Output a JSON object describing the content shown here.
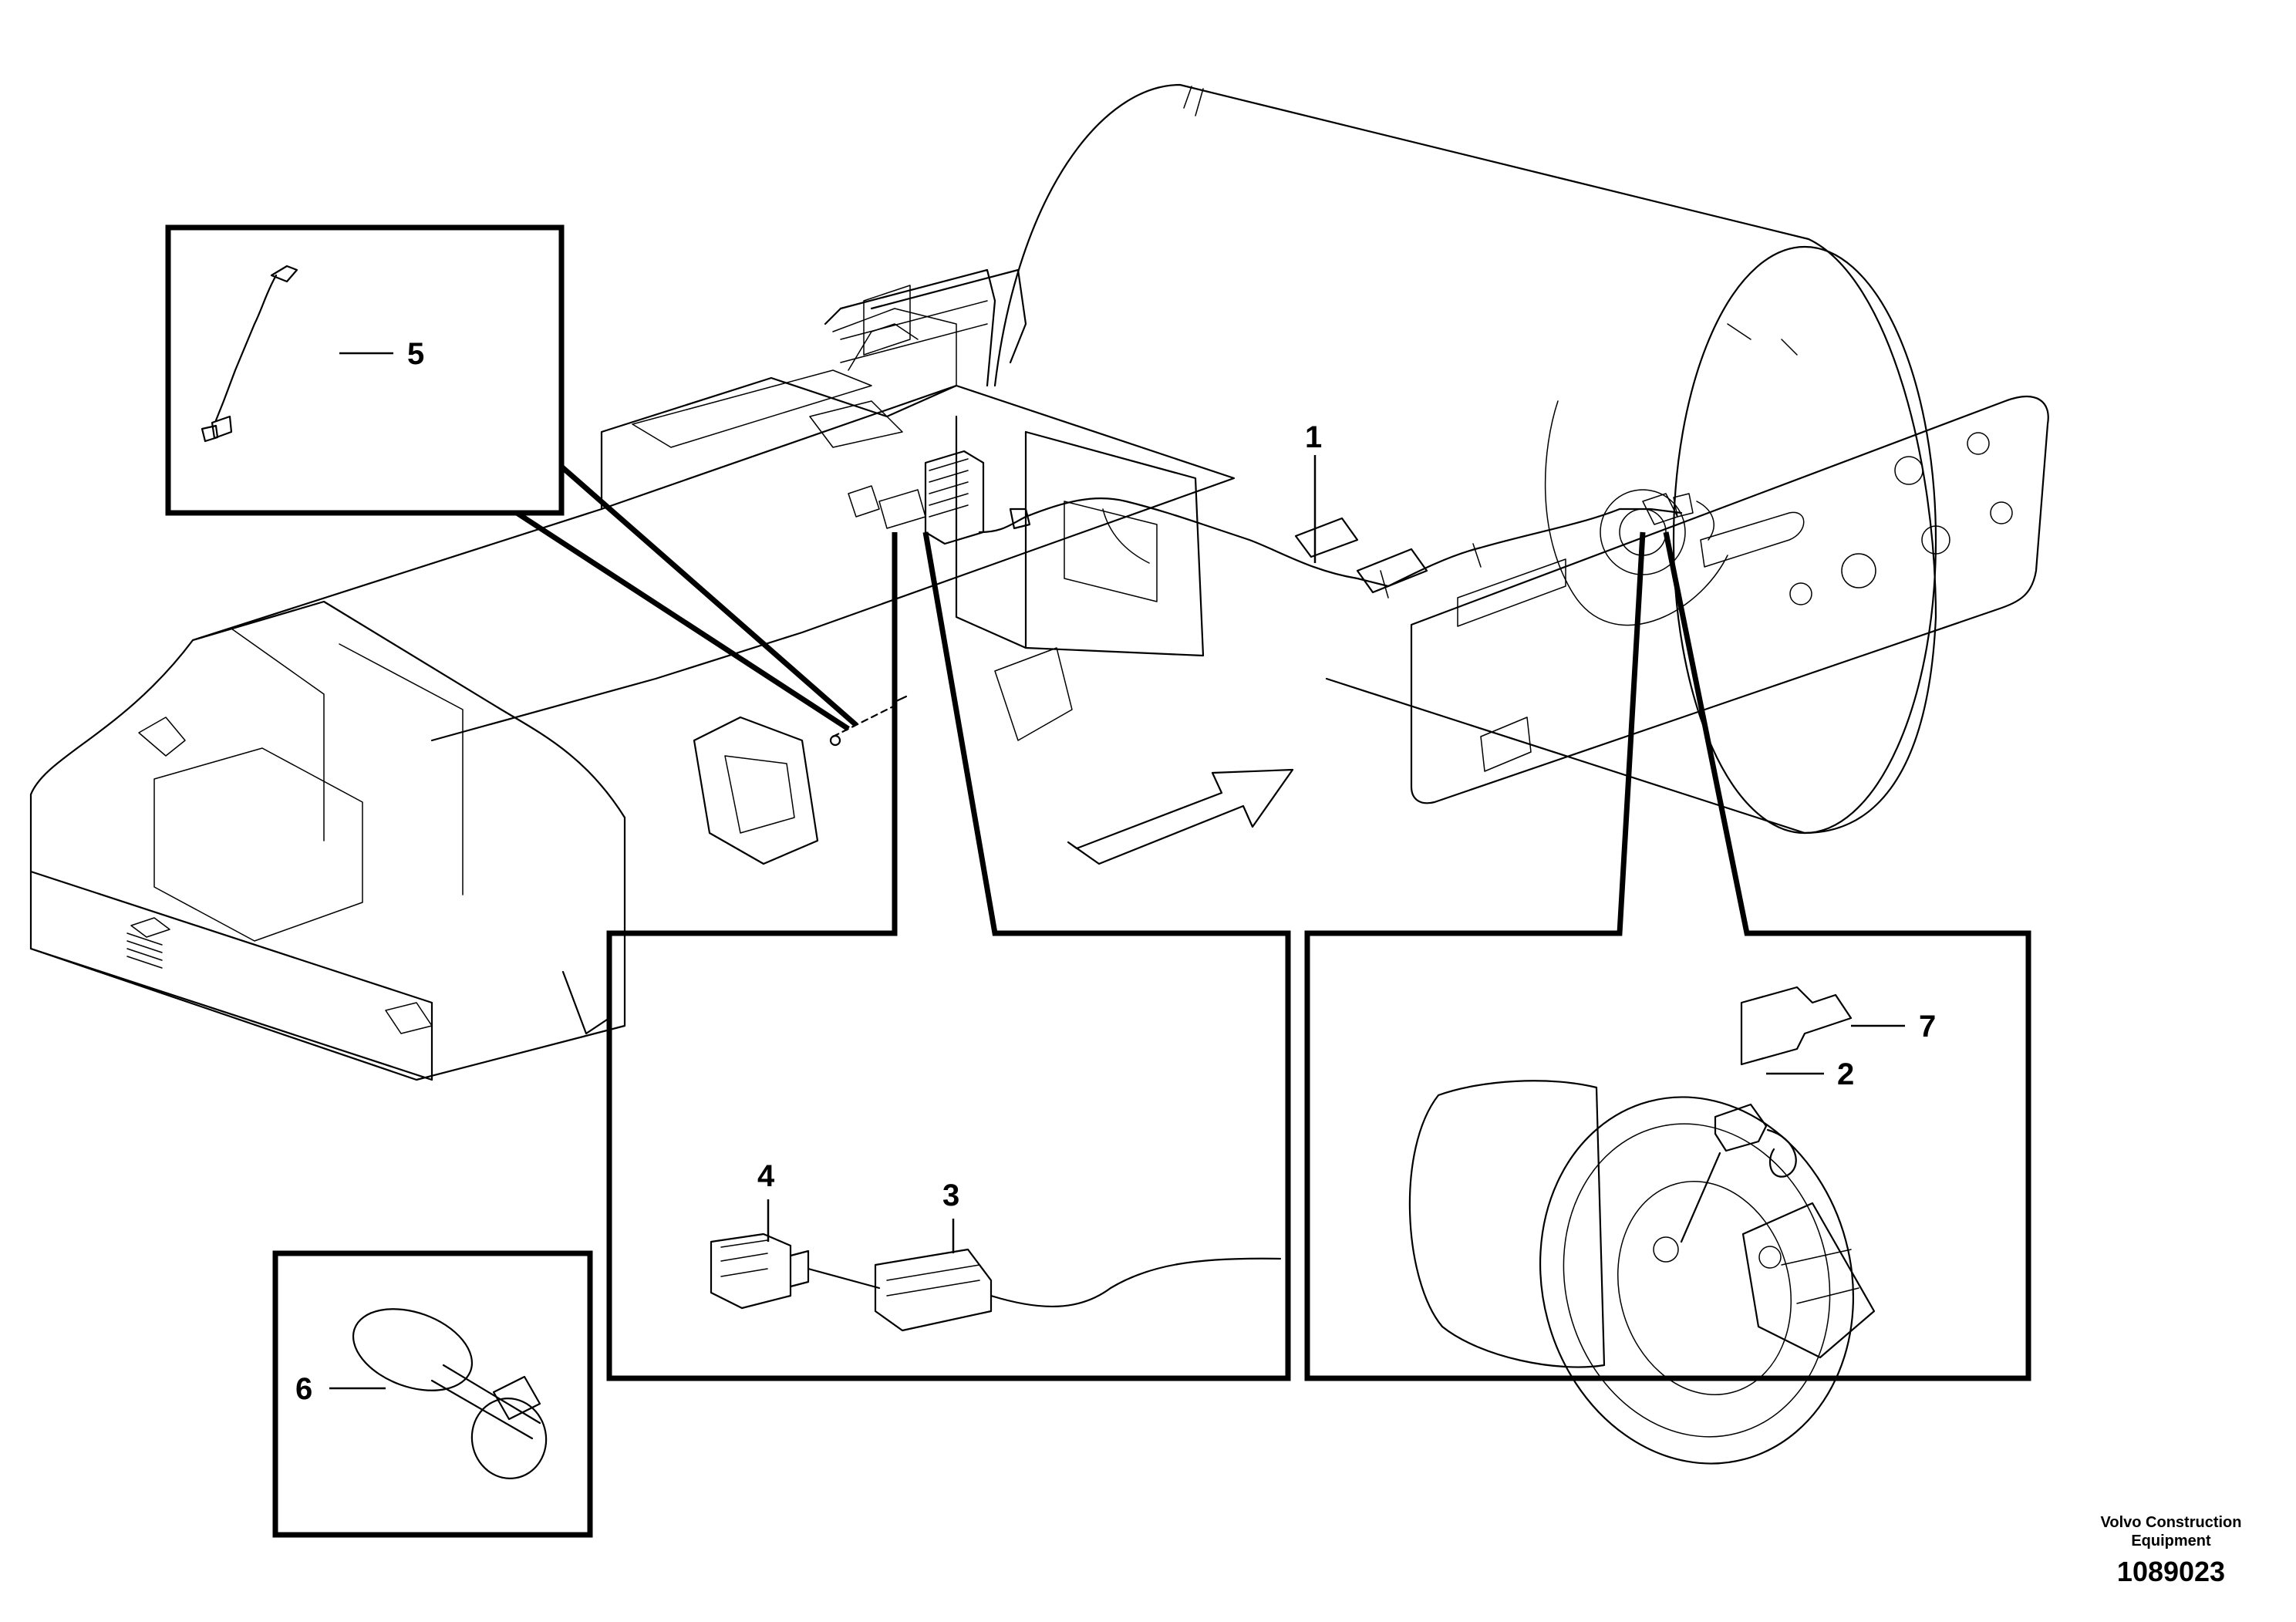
{
  "callouts": [
    "1",
    "2",
    "3",
    "4",
    "5",
    "6",
    "7"
  ],
  "footer": {
    "brand_line1": "Volvo Construction",
    "brand_line2": "Equipment",
    "document_number": "1089023"
  },
  "icons": [
    "direction-arrow-icon"
  ]
}
